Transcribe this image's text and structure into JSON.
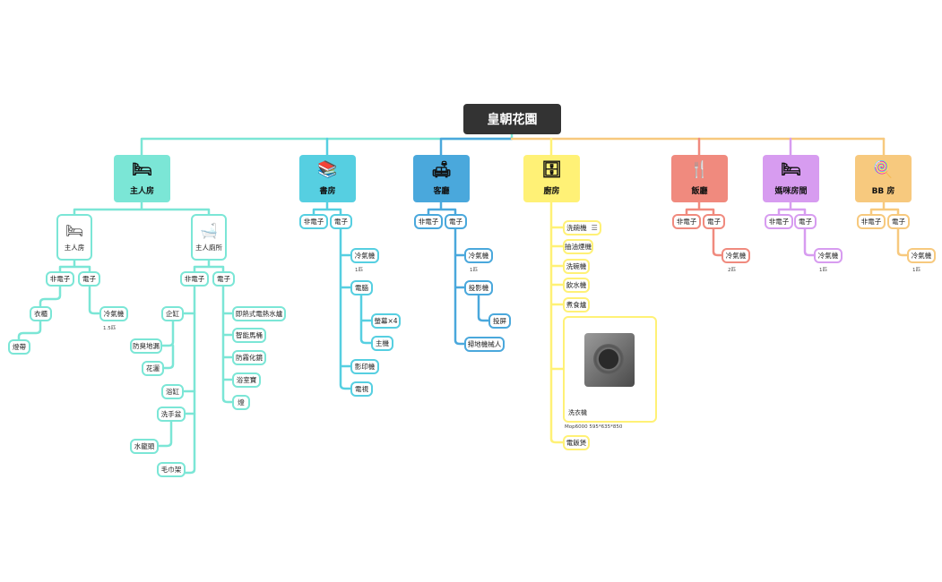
{
  "root": {
    "label": "皇朝花園"
  },
  "rooms": [
    {
      "key": "master",
      "label": "主人房",
      "icon": "bed-icon",
      "icon_char": "🛏",
      "color": "#7be6d6"
    },
    {
      "key": "study",
      "label": "書房",
      "icon": "bookshelf-icon",
      "icon_char": "📚",
      "color": "#56cfe1"
    },
    {
      "key": "living",
      "label": "客廳",
      "icon": "sofa-icon",
      "icon_char": "🛋",
      "color": "#4aa8dc"
    },
    {
      "key": "kitchen",
      "label": "廚房",
      "icon": "cabinet-icon",
      "icon_char": "🗄",
      "color": "#fff176"
    },
    {
      "key": "dining",
      "label": "飯廳",
      "icon": "utensils-icon",
      "icon_char": "🍴",
      "color": "#f08a7e"
    },
    {
      "key": "maid",
      "label": "媽咪房間",
      "icon": "bed-icon",
      "icon_char": "🛏",
      "color": "#d79cf0"
    },
    {
      "key": "baby",
      "label": "BB 房",
      "icon": "lollipop-icon",
      "icon_char": "🍭",
      "color": "#f7c97e"
    }
  ],
  "master": {
    "sub_bedroom": {
      "label": "主人房",
      "icon": "bed-icon"
    },
    "sub_bath": {
      "label": "主人廁所",
      "icon": "bathtub-icon"
    },
    "non_elec": "非電子",
    "elec": "電子",
    "wardrobe": "衣櫃",
    "lamp_strip": "燈帶",
    "ac": "冷氣機",
    "ac_note": "1.5匹",
    "bath_non_elec": "非電子",
    "bath_elec": "電子",
    "tile": "企缸",
    "anti_slip": "防臭地漏",
    "shower": "花灑",
    "tub": "浴缸",
    "basin": "洗手盆",
    "faucet": "水龍頭",
    "towel": "毛巾架",
    "heater": "即熱式電熱水爐",
    "toilet": "智能馬桶",
    "mirror": "防霧化鏡",
    "bath_heater": "浴室寶",
    "light": "燈"
  },
  "study": {
    "non_elec": "非電子",
    "elec": "電子",
    "ac": "冷氣機",
    "ac_note": "1匹",
    "computer": "電腦",
    "monitor": "螢幕×4",
    "host": "主機",
    "printer": "影印機",
    "tv": "電視"
  },
  "living": {
    "non_elec": "非電子",
    "elec": "電子",
    "ac": "冷氣機",
    "ac_note": "1匹",
    "projector": "投影機",
    "screen": "投屏",
    "robot": "掃地機械人"
  },
  "kitchen": {
    "items": [
      "洗碗機",
      "抽油煙機",
      "洗碗機",
      "飲水機",
      "煮食爐"
    ],
    "washer": "洗衣機",
    "washer_note": "Mop6000      595*635*850",
    "rice": "電飯煲"
  },
  "dining": {
    "non_elec": "非電子",
    "elec": "電子",
    "ac": "冷氣機",
    "ac_note": "2匹"
  },
  "maid": {
    "non_elec": "非電子",
    "elec": "電子",
    "ac": "冷氣機",
    "ac_note": "1匹"
  },
  "baby": {
    "non_elec": "非電子",
    "elec": "電子",
    "ac": "冷氣機",
    "ac_note": "1匹"
  },
  "colors": {
    "root_bg": "#333333",
    "master": "#7be6d6",
    "study": "#56cfe1",
    "living": "#4aa8dc",
    "kitchen": "#fff176",
    "dining": "#f08a7e",
    "maid": "#d79cf0",
    "baby": "#f7c97e"
  }
}
